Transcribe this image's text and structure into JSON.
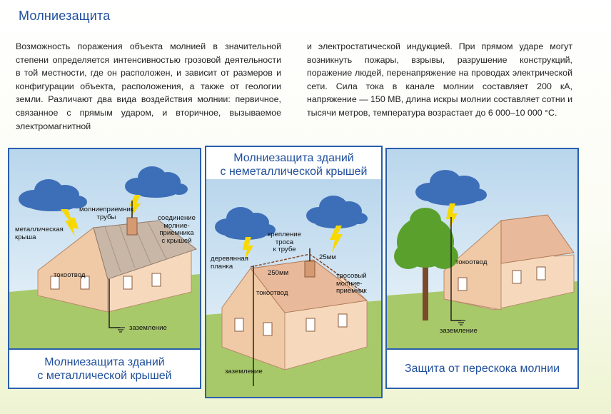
{
  "title": "Молниезащита",
  "intro_left": "Возможность поражения объекта молнией в значительной степени определяется интенсивностью грозовой деятельности в той местности, где он расположен, и зависит от размеров и конфигурации объекта, расположения, а также от геологии земли. Различают два вида воздействия молнии: первичное, связанное с прямым ударом, и вторичное, вызываемое электромагнитной",
  "intro_right": "и электростатической индукцией. При прямом ударе могут возникнуть пожары, взрывы, разрушение конструкций, поражение людей, перенапряжение на проводах электрической сети. Сила тока в канале молнии составляет 200 кА, напряжение — 150 МВ, длина искры молнии составляет сотни и тысячи метров, температура возрастает до 6 000–10 000 °C.",
  "colors": {
    "accent": "#1f4f9c",
    "border": "#2a5fae",
    "cloud": "#3d6fb8",
    "lightning": "#f7d800",
    "wall": "#f6d9bd",
    "roof": "#e8b99a",
    "grass": "#a8c96a",
    "sky": "#c8e0f0"
  },
  "panel1": {
    "caption_line1": "Молниезащита зданий",
    "caption_line2": "с металлической крышей",
    "labels": {
      "lightning_rod": "молниеприемник\nтрубы",
      "metal_roof": "металлическая\nкрыша",
      "connection": "соединение\nмолние-\nприемника\nс крышей",
      "down_conductor": "токоотвод",
      "grounding": "заземление"
    }
  },
  "panel2": {
    "title_line1": "Молниезащита зданий",
    "title_line2": "с неметаллической крышей",
    "labels": {
      "cable_mount": "крепление\nтроса\nк трубе",
      "dim_25": "25мм",
      "wooden_plank": "деревянная\nпланка",
      "dim_250": "250мм",
      "cable_rod": "тросовый\nмолние-\nприемник",
      "down_conductor": "токоотвод",
      "grounding": "заземление"
    }
  },
  "panel3": {
    "caption": "Защита от перескока молнии",
    "labels": {
      "down_conductor": "токоотвод",
      "grounding": "заземление"
    }
  }
}
